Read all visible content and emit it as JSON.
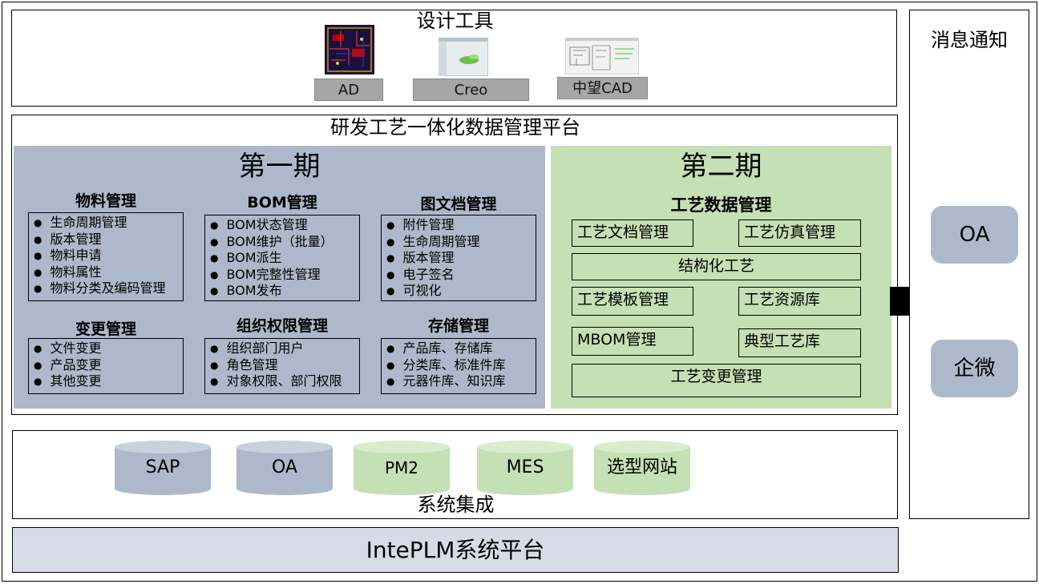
{
  "design_tools": {
    "title": "设计工具",
    "tools": [
      {
        "label": "AD",
        "icon": "pcb-layout-icon"
      },
      {
        "label": "Creo",
        "icon": "3d-model-icon"
      },
      {
        "label": "中望CAD",
        "icon": "cad-drawing-icon"
      }
    ]
  },
  "platform": {
    "title": "研发工艺一体化数据管理平台",
    "phase1": {
      "title": "第一期",
      "modules": [
        {
          "title": "物料管理",
          "items": [
            "生命周期管理",
            "版本管理",
            "物料申请",
            "物料属性",
            "物料分类及编码管理"
          ]
        },
        {
          "title": "BOM管理",
          "items": [
            "BOM状态管理",
            "BOM维护（批量）",
            "BOM派生",
            "BOM完整性管理",
            "BOM发布"
          ]
        },
        {
          "title": "图文档管理",
          "items": [
            "附件管理",
            "生命周期管理",
            "版本管理",
            "电子签名",
            "可视化"
          ]
        },
        {
          "title": "变更管理",
          "items": [
            "文件变更",
            "产品变更",
            "其他变更"
          ]
        },
        {
          "title": "组织权限管理",
          "items": [
            "组织部门用户",
            "角色管理",
            "对象权限、部门权限"
          ]
        },
        {
          "title": "存储管理",
          "items": [
            "产品库、存储库",
            "分类库、标准件库",
            "元器件库、知识库"
          ]
        }
      ]
    },
    "phase2": {
      "title": "第二期",
      "subtitle": "工艺数据管理",
      "boxes": [
        "工艺文档管理",
        "工艺仿真管理",
        "结构化工艺",
        "工艺模板管理",
        "工艺资源库",
        "MBOM管理",
        "典型工艺库",
        "工艺变更管理"
      ]
    }
  },
  "integration": {
    "title": "系统集成",
    "systems": [
      {
        "label": "SAP",
        "color": "#adb9ca"
      },
      {
        "label": "OA",
        "color": "#adb9ca"
      },
      {
        "label": "PM2",
        "color": "#c5e0b4"
      },
      {
        "label": "MES",
        "color": "#c5e0b4"
      },
      {
        "label": "选型网站",
        "color": "#c5e0b4"
      }
    ]
  },
  "base": {
    "title": "IntePLM系统平台"
  },
  "notification": {
    "title": "消息通知",
    "channels": [
      "OA",
      "企微"
    ]
  },
  "colors": {
    "phase1": "#adb9ca",
    "phase2": "#c5e0b4",
    "tool_label": "#a6a6a6",
    "base": "#d6dce5"
  }
}
